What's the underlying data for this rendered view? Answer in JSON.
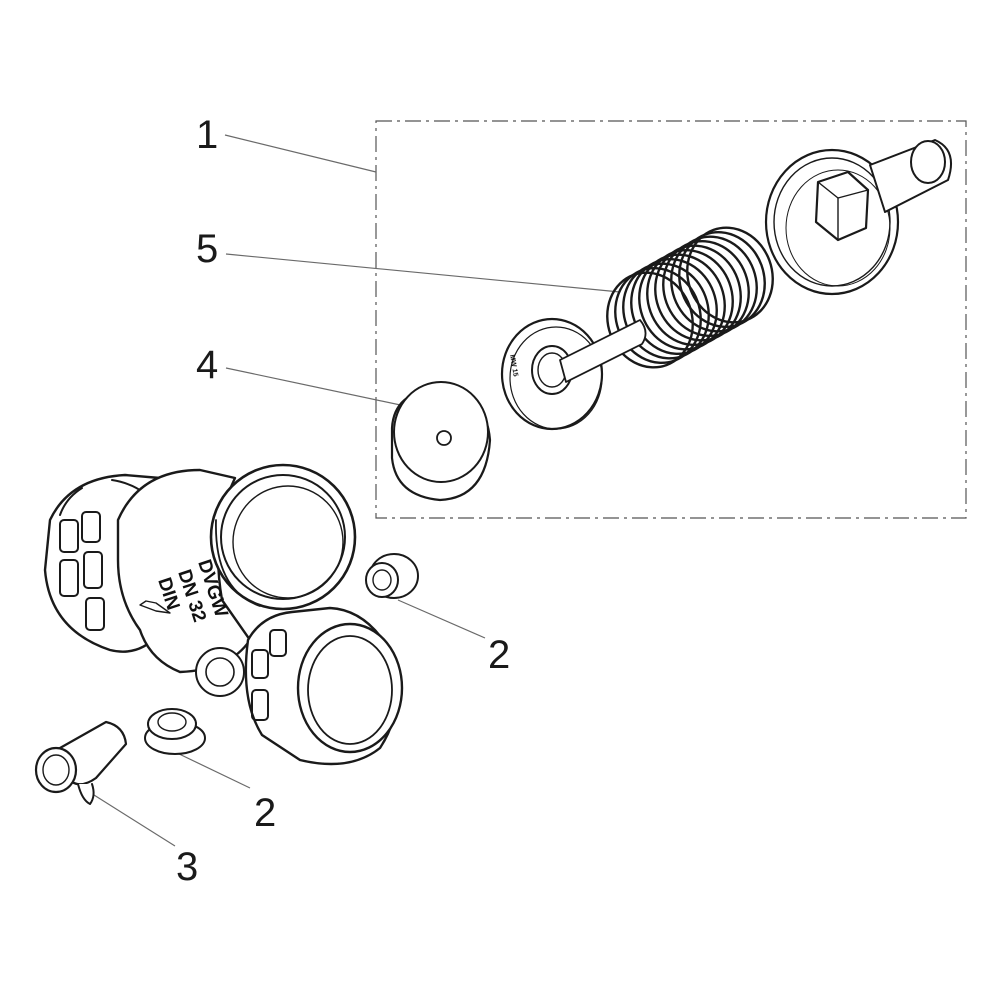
{
  "diagram": {
    "callouts": [
      {
        "id": "c1",
        "label": "1"
      },
      {
        "id": "c5",
        "label": "5"
      },
      {
        "id": "c4",
        "label": "4"
      },
      {
        "id": "c2a",
        "label": "2"
      },
      {
        "id": "c2b",
        "label": "2"
      },
      {
        "id": "c3",
        "label": "3"
      }
    ],
    "body_markings": {
      "line1": "DVGW",
      "line2": "DN 32",
      "line3": "DIN"
    }
  }
}
